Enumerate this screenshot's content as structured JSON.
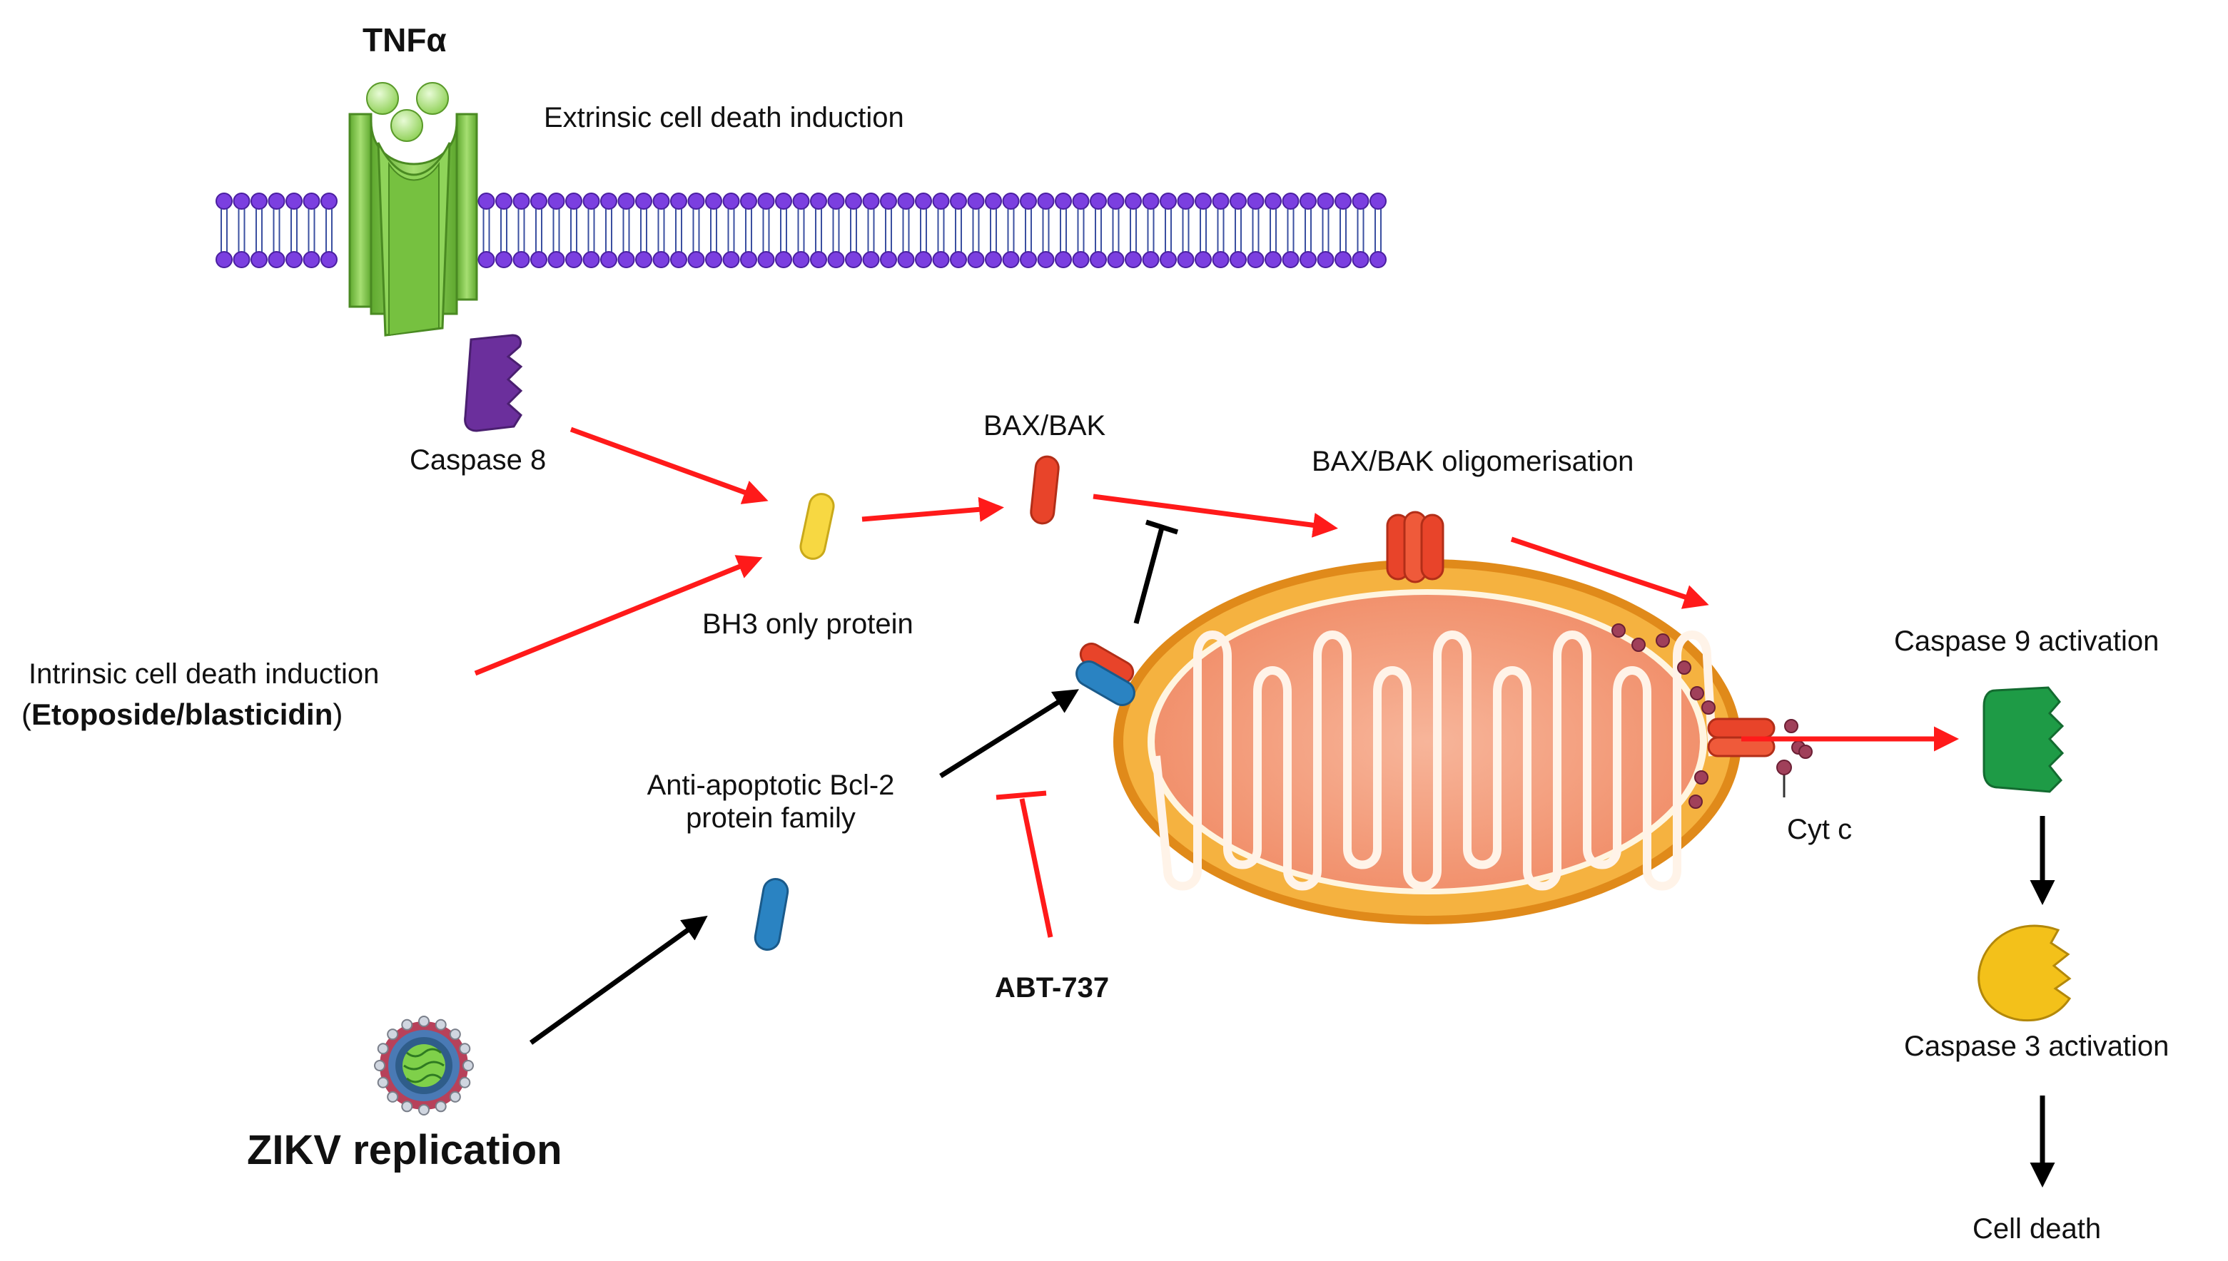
{
  "labels": {
    "tnf": "TNFα",
    "extrinsic": "Extrinsic cell death induction",
    "caspase8": "Caspase 8",
    "baxbak": "BAX/BAK",
    "baxbak_olig": "BAX/BAK oligomerisation",
    "bh3": "BH3 only protein",
    "intrinsic": "Intrinsic cell death induction",
    "etoposide": "Etoposide/blasticidin",
    "paren_open": "(",
    "paren_close": ")",
    "antiapoptotic": "Anti-apoptotic Bcl-2 protein family",
    "abt": "ABT-737",
    "zikv": "ZIKV replication",
    "cytc": "Cyt c",
    "caspase9": "Caspase 9 activation",
    "caspase3": "Caspase 3 activation",
    "death": "Cell death"
  },
  "colors": {
    "activation_arrow": "#ff1a1a",
    "black_arrow": "#000000",
    "membrane_head": "#7b3fe0",
    "receptor": "#7cc843",
    "caspase8": "#6b2f9c",
    "bh3": "#f7d842",
    "bax": "#e8442a",
    "bcl2": "#2a83c2",
    "mito_outer": "#f2a83a",
    "mito_inner": "#f0663a",
    "caspase9": "#1e9b46",
    "caspase3": "#f3c11a",
    "cytc": "#a0405a"
  },
  "icons": [
    "tnf-receptor-icon",
    "caspase-8-icon",
    "bh3-protein-icon",
    "bax-bak-icon",
    "bax-bak-pore-icon",
    "bcl2-protein-icon",
    "mitochondrion-icon",
    "zika-virus-icon",
    "caspase-9-icon",
    "caspase-3-icon",
    "cytochrome-c-icon"
  ]
}
